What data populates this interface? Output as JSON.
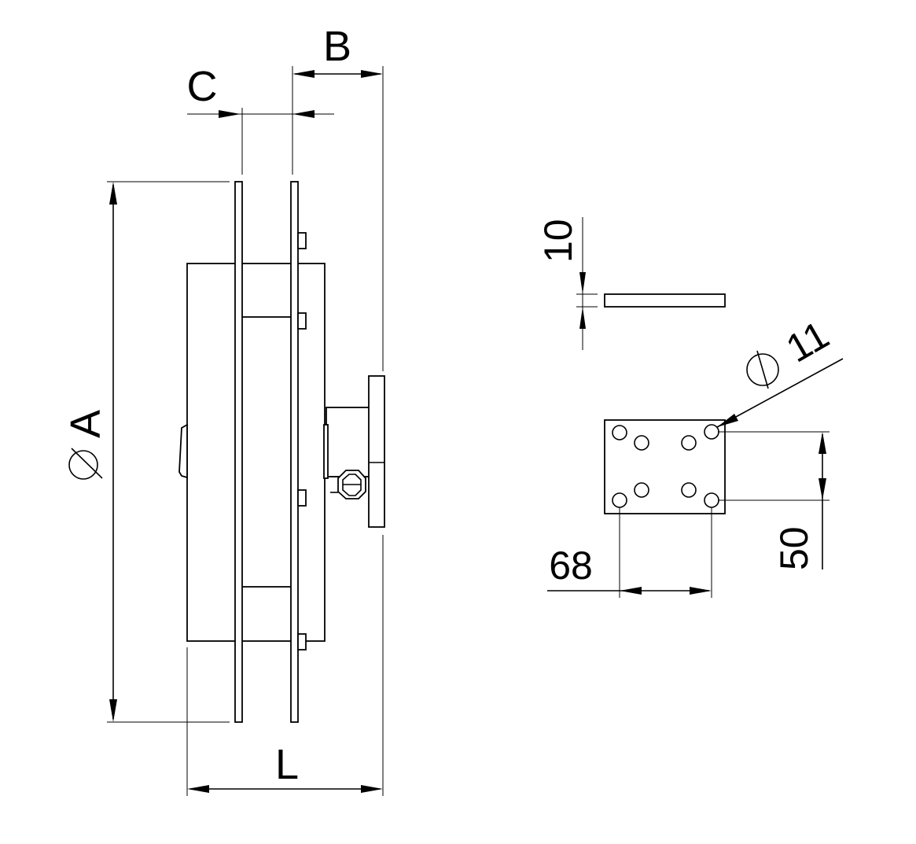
{
  "drawing": {
    "side_view_labels": {
      "diameter_a": "A",
      "b": "B",
      "c": "C",
      "l": "L"
    },
    "plate_labels": {
      "thickness": "10",
      "hole_diameter": "11",
      "width": "68",
      "height": "50"
    },
    "colors": {
      "line": "#000000",
      "background": "#ffffff"
    },
    "symbols": {
      "diameter": "diameter-icon"
    }
  }
}
